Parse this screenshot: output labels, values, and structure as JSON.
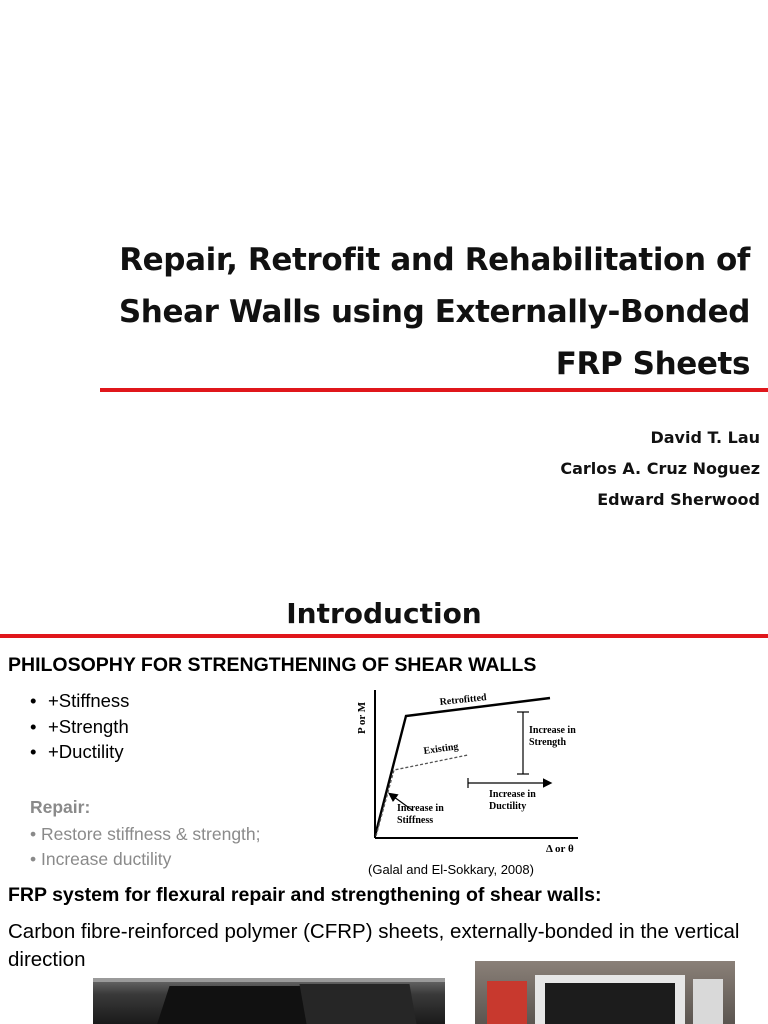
{
  "slide1": {
    "title_lines": [
      "Repair, Retrofit and Rehabilitation of",
      "Shear Walls using Externally-Bonded",
      "FRP Sheets"
    ],
    "authors": [
      "David T. Lau",
      "Carlos A. Cruz Noguez",
      "Edward Sherwood"
    ]
  },
  "slide2": {
    "heading": "Introduction",
    "philosophy_heading": "PHILOSOPHY FOR STRENGTHENING OF SHEAR WALLS",
    "bullets": [
      "+Stiffness",
      "+Strength",
      "+Ductility"
    ],
    "repair_heading": "Repair:",
    "repair_items": [
      "Restore stiffness & strength;",
      "Increase ductility"
    ],
    "citation": "(Galal and El-Sokkary, 2008)",
    "frp_heading": "FRP system for flexural repair and strengthening of shear walls:",
    "frp_text": "Carbon fibre-reinforced polymer (CFRP) sheets, externally-bonded in the vertical direction"
  },
  "figure": {
    "y_axis_label": "P or M",
    "x_axis_label": "Δ or θ",
    "retrofitted_label": "Retrofitted",
    "existing_label": "Existing",
    "strength_label": [
      "Increase in",
      "Strength"
    ],
    "ductility_label": [
      "Increase in",
      "Ductility"
    ],
    "stiffness_label": [
      "Increase in",
      "Stiffness"
    ]
  },
  "colors": {
    "accent_red": "#e0161b",
    "muted_gray": "#8a8a8a"
  }
}
